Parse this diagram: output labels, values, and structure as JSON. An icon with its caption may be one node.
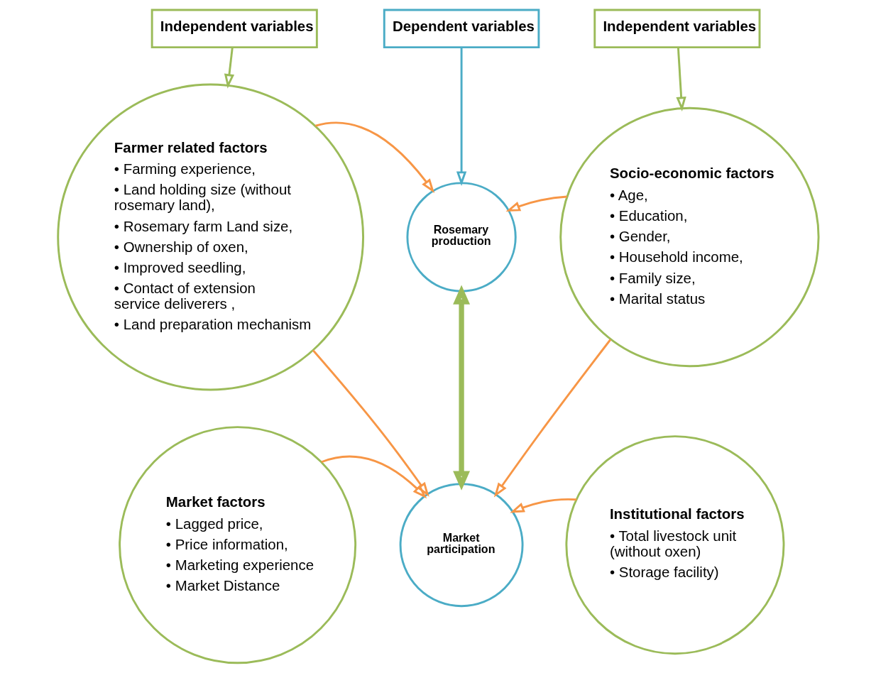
{
  "diagram": {
    "nodes": [
      {
        "text": [
          "Independent variables"
        ]
      },
      {
        "text": [
          "Dependent variables"
        ]
      },
      {
        "text": [
          "Independent variables"
        ]
      },
      {
        "text": [
          "Farmer related factors",
          "• Farming experience,",
          "• Land holding size (without rosemary land),",
          "• Rosemary farm Land size,",
          "• Ownership of oxen,",
          "• Improved seedling,",
          "• Contact of extension service deliverers ,",
          "• Land preparation mechanism"
        ]
      },
      {
        "text": [
          "Socio-economic factors",
          "• Age,",
          "• Education,",
          "• Gender,",
          "• Household income,",
          "• Family size,",
          "• Marital status"
        ]
      },
      {
        "text": [
          "Rosemary production"
        ]
      },
      {
        "text": [
          "Market factors",
          "• Lagged price,",
          "• Price information,",
          "• Marketing experience",
          "• Market Distance"
        ]
      },
      {
        "text": [
          "Market participation"
        ]
      },
      {
        "text": [
          "Institutional factors",
          "• Total livestock unit (without oxen)",
          "• Storage facility)"
        ]
      }
    ],
    "edges": [
      {
        "from": 0,
        "to": 3,
        "arrow": "to",
        "color": "#9bbb59"
      },
      {
        "from": 1,
        "to": 5,
        "arrow": "to",
        "color": "#4bacc6"
      },
      {
        "from": 2,
        "to": 4,
        "arrow": "to",
        "color": "#9bbb59"
      },
      {
        "from": 3,
        "to": 5,
        "arrow": "to"
      },
      {
        "from": 3,
        "to": 7,
        "arrow": "to"
      },
      {
        "from": 4,
        "to": 5,
        "arrow": "to"
      },
      {
        "from": 4,
        "to": 7,
        "arrow": "to"
      },
      {
        "from": 5,
        "to": 7,
        "arrow": "both",
        "style": "thick",
        "color": "#9bbb59"
      },
      {
        "from": 6,
        "to": 7,
        "arrow": "to"
      },
      {
        "from": 8,
        "to": 7,
        "arrow": "to"
      }
    ]
  }
}
